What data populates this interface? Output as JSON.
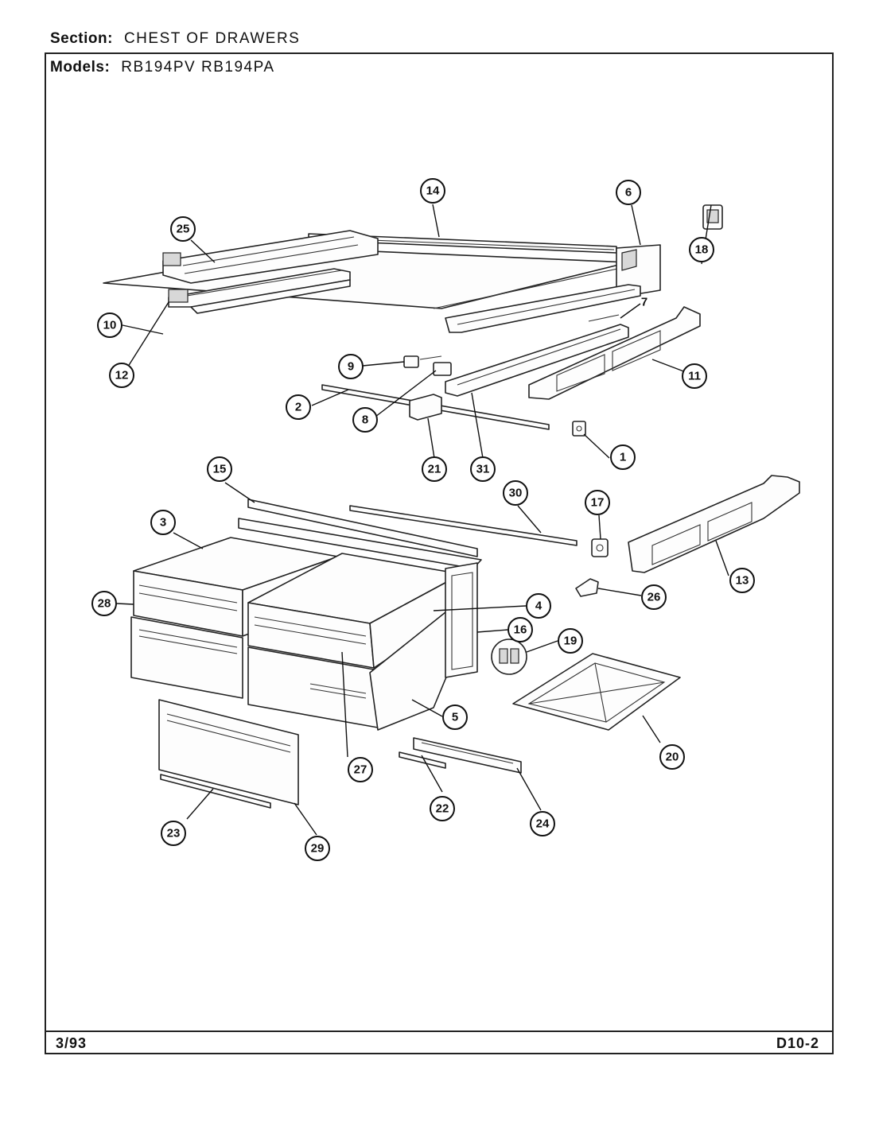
{
  "header": {
    "section_label": "Section:",
    "section_value": "CHEST OF DRAWERS",
    "models_label": "Models:",
    "models_value": "RB194PV  RB194PA"
  },
  "footer": {
    "date": "3/93",
    "page_code": "D10-2"
  },
  "callouts": {
    "c1": "1",
    "c2": "2",
    "c3": "3",
    "c4": "4",
    "c5": "5",
    "c6": "6",
    "c7": "7",
    "c8": "8",
    "c9": "9",
    "c10": "10",
    "c11": "11",
    "c12": "12",
    "c13": "13",
    "c14": "14",
    "c15": "15",
    "c16": "16",
    "c17": "17",
    "c18": "18",
    "c19": "19",
    "c20": "20",
    "c21": "21",
    "c22": "22",
    "c23": "23",
    "c24": "24",
    "c25": "25",
    "c26": "26",
    "c27": "27",
    "c28": "28",
    "c29": "29",
    "c30": "30",
    "c31": "31"
  }
}
